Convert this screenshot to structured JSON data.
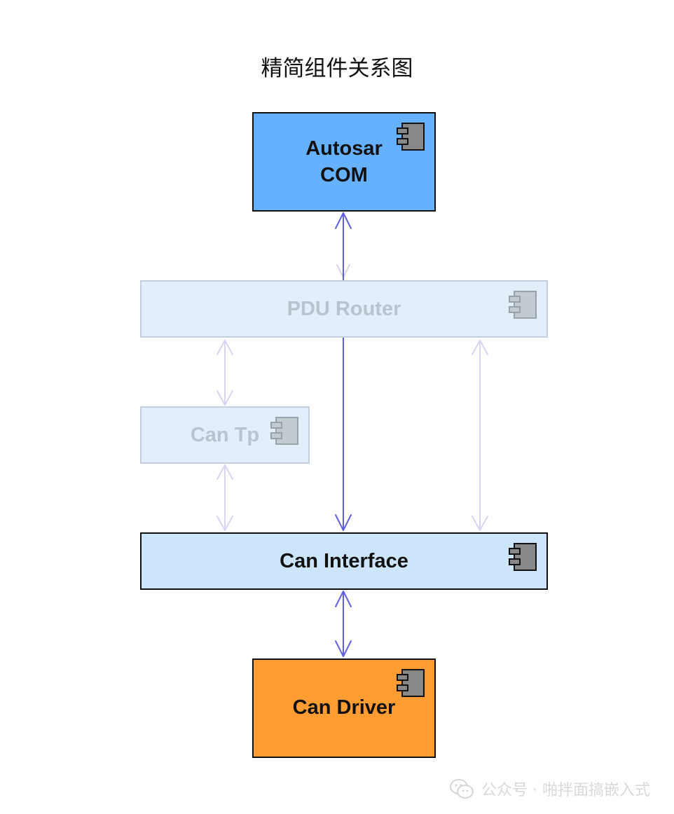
{
  "title": "精简组件关系图",
  "components": {
    "autosar_com": {
      "line1": "Autosar",
      "line2": "COM",
      "color": "#66b1ff"
    },
    "pdu_router": {
      "label": "PDU Router",
      "color": "#e2effb"
    },
    "can_tp": {
      "label": "Can Tp",
      "color": "#e2effb"
    },
    "can_interface": {
      "label": "Can Interface",
      "color": "#cce5fb"
    },
    "can_driver": {
      "label": "Can Driver",
      "color": "#ff9d33"
    }
  },
  "colors": {
    "arrow_active": "#6161e0",
    "arrow_faded": "#d6d6f3",
    "icon_fill": "#888888"
  },
  "icon": "uml-component-icon",
  "watermark": {
    "icon": "wechat-icon",
    "text": "公众号 · 啪拌面搞嵌入式"
  }
}
